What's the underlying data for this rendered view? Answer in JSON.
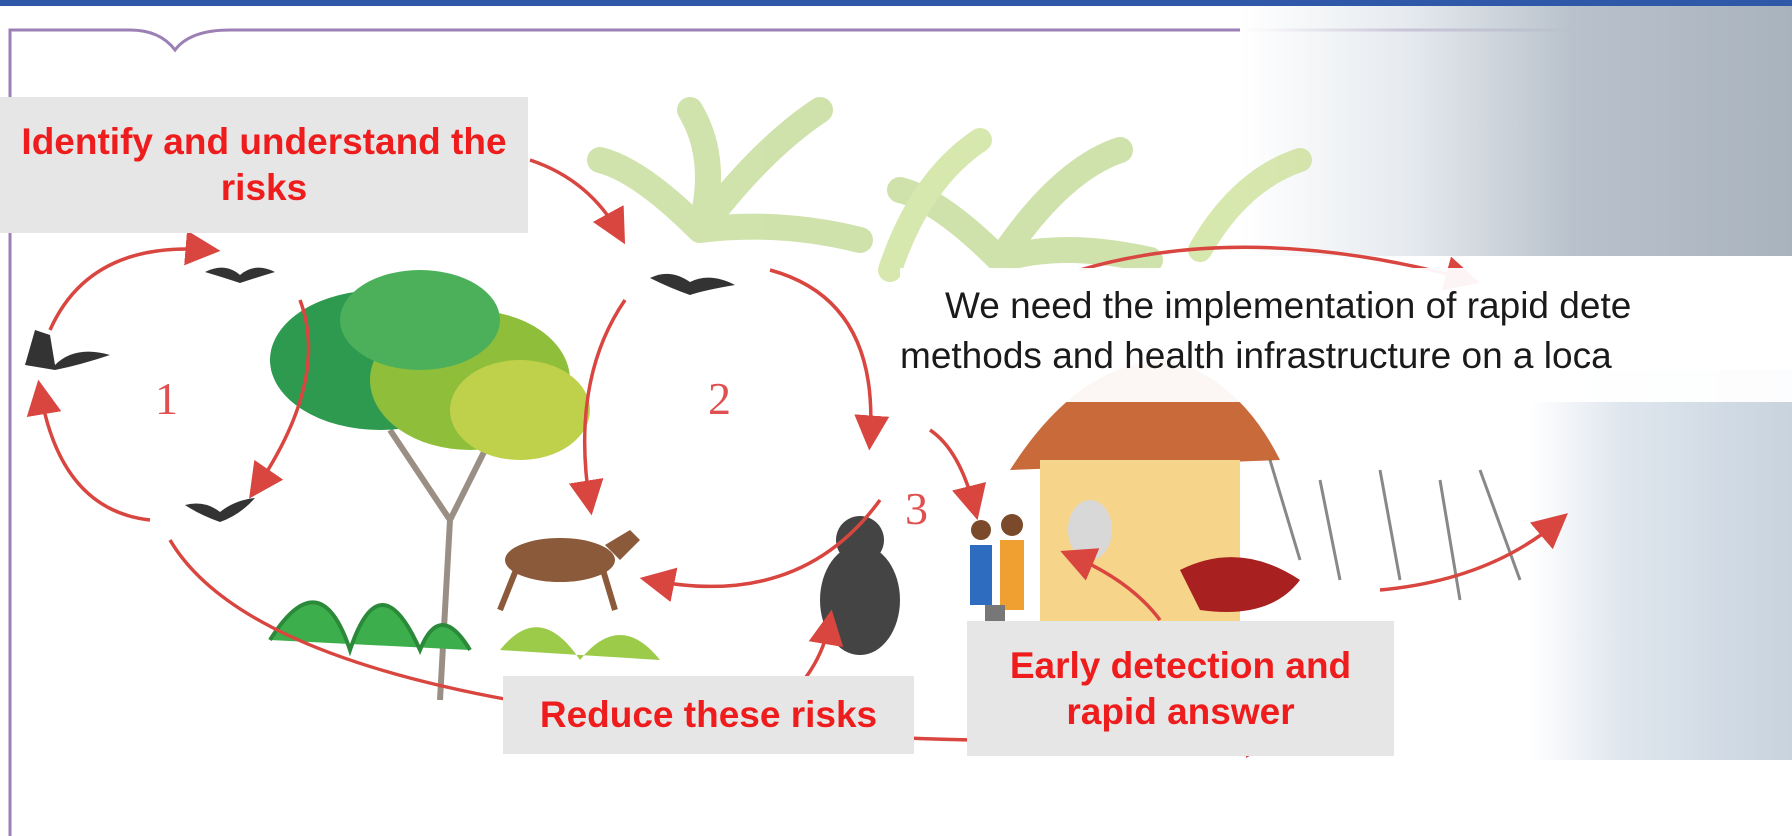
{
  "labels": {
    "identify": "Identify and understand the risks",
    "reduce": "Reduce these risks",
    "early": "Early detection and rapid answer"
  },
  "numbers": [
    "1",
    "2",
    "3"
  ],
  "need_text": {
    "line1": "We need  the implementation of rapid dete",
    "line2": "methods and health infrastructure on a loca"
  },
  "colors": {
    "accent_red": "#ee1c1c",
    "arrow_red": "#d9453f",
    "top_bar_blue": "#2f58a8",
    "frame_purple": "#9b7fb5",
    "label_bg": "#e6e6e6"
  },
  "icons": [
    "bat-icon",
    "tree-icon",
    "antelope-icon",
    "gorilla-icon",
    "family-icon",
    "hut-icon",
    "palm-tree-icon"
  ]
}
